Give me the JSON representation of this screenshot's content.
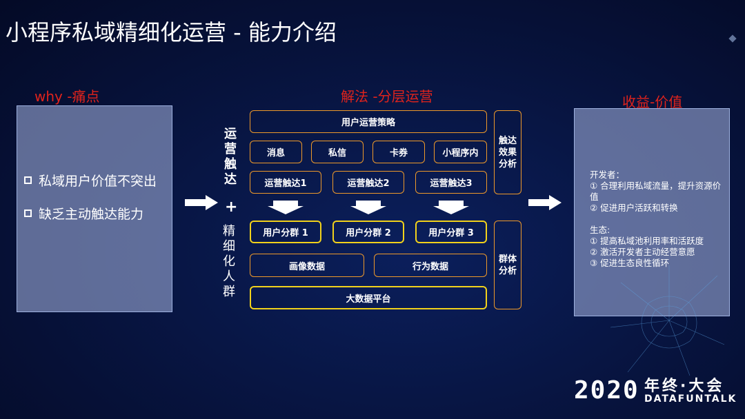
{
  "title": "小程序私域精细化运营 - 能力介绍",
  "left": {
    "heading": "why -痛点",
    "bullets": [
      "私域用户价值不突出",
      "缺乏主动触达能力"
    ]
  },
  "middle": {
    "heading": "解法 -分层运营",
    "vertical_label_1": "运营触达",
    "plus": "+",
    "vertical_label_2": "精细化人群",
    "strategy": "用户运营策略",
    "channels": [
      "消息",
      "私信",
      "卡券",
      "小程序内"
    ],
    "touches": [
      "运营触达1",
      "运营触达2",
      "运营触达3"
    ],
    "groups": [
      "用户分群 1",
      "用户分群 2",
      "用户分群 3"
    ],
    "data_boxes": [
      "画像数据",
      "行为数据"
    ],
    "platform": "大数据平台",
    "side_top": "触达效果分析",
    "side_bottom": "群体分析"
  },
  "right": {
    "heading": "收益-价值",
    "developer_title": "开发者：",
    "developer_items": [
      "① 合理利用私域流量，提升资源价值",
      "② 促进用户活跃和转换"
    ],
    "eco_title": "生态:",
    "eco_items": [
      "① 提高私域池利用率和活跃度",
      "② 激活开发者主动经营意愿",
      "③ 促进生态良性循环"
    ]
  },
  "logo": {
    "year": "2020",
    "event": "年终·大会",
    "brand": "DATAFUNTALK"
  },
  "colors": {
    "heading_red": "#e0231c",
    "orange_border": "#ef9a2a",
    "yellow_border": "#f2d21b"
  }
}
